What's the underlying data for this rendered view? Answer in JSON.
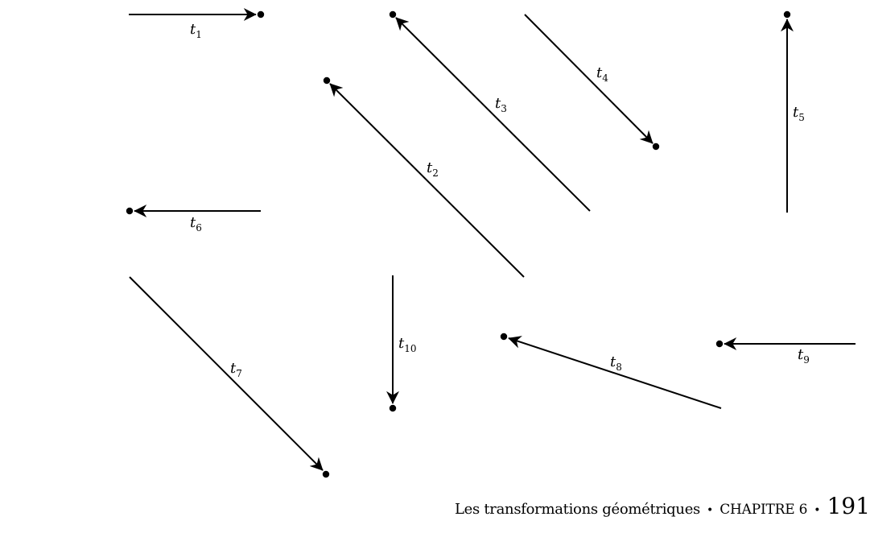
{
  "vectors": [
    {
      "name": "t",
      "sub": "1"
    },
    {
      "name": "t",
      "sub": "2"
    },
    {
      "name": "t",
      "sub": "3"
    },
    {
      "name": "t",
      "sub": "4"
    },
    {
      "name": "t",
      "sub": "5"
    },
    {
      "name": "t",
      "sub": "6"
    },
    {
      "name": "t",
      "sub": "7"
    },
    {
      "name": "t",
      "sub": "8"
    },
    {
      "name": "t",
      "sub": "9"
    },
    {
      "name": "t",
      "sub": "10"
    }
  ],
  "footer": {
    "title": "Les transformations géométriques",
    "bullet": "•",
    "chapter": "CHAPITRE 6",
    "page": "191"
  }
}
